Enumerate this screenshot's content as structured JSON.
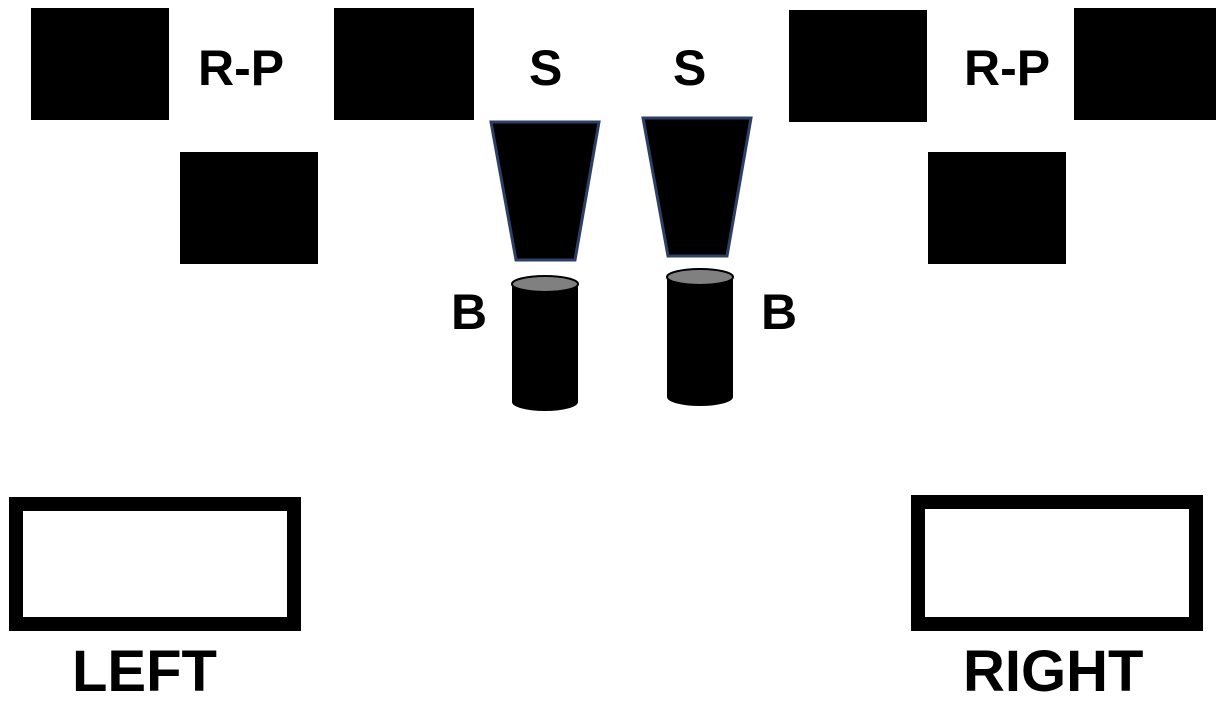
{
  "labels": {
    "rp_left": "R-P",
    "rp_right": "R-P",
    "s_left": "S",
    "s_right": "S",
    "b_left": "B",
    "b_right": "B",
    "left": "LEFT",
    "right": "RIGHT"
  },
  "colors": {
    "fill": "#000000",
    "shade_outline": "#2e3f66",
    "bulb_top": "#808080",
    "background": "#ffffff"
  }
}
